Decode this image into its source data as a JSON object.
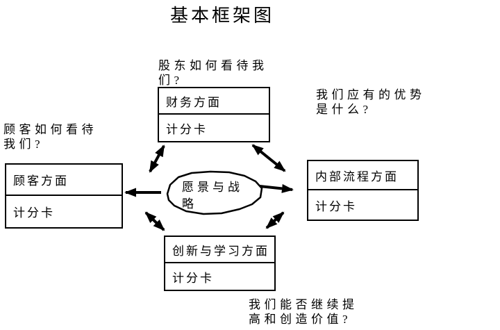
{
  "title": "基本框架图",
  "diagram": {
    "type": "balanced-scorecard-framework",
    "center": {
      "label": "愿景与战略"
    },
    "nodes": {
      "finance": {
        "title": "财务方面",
        "scorecard": "计分卡",
        "question": "股东如何看待我们?"
      },
      "customer": {
        "title": "顾客方面",
        "scorecard": "计分卡",
        "question": "顾客如何看待我们?"
      },
      "internal_process": {
        "title": "内部流程方面",
        "scorecard": "计分卡",
        "question": "我们应有的优势是什么?"
      },
      "innovation_learning": {
        "title": "创新与学习方面",
        "scorecard": "计分卡",
        "question": "我们能否继续提高和创造价值?"
      }
    },
    "edges": [
      {
        "from": "vision",
        "to": "finance",
        "arrows": "double"
      },
      {
        "from": "vision",
        "to": "customer",
        "arrows": "single-to-customer"
      },
      {
        "from": "vision",
        "to": "internal_process",
        "arrows": "single-to-internal"
      },
      {
        "from": "vision",
        "to": "innovation_learning",
        "arrows": "double"
      },
      {
        "from": "finance",
        "to": "internal_process",
        "arrows": "double"
      },
      {
        "from": "innovation_learning",
        "to": "internal_process",
        "arrows": "double"
      }
    ],
    "colors": {
      "stroke": "#000000",
      "background": "#ffffff",
      "text": "#000000"
    }
  }
}
